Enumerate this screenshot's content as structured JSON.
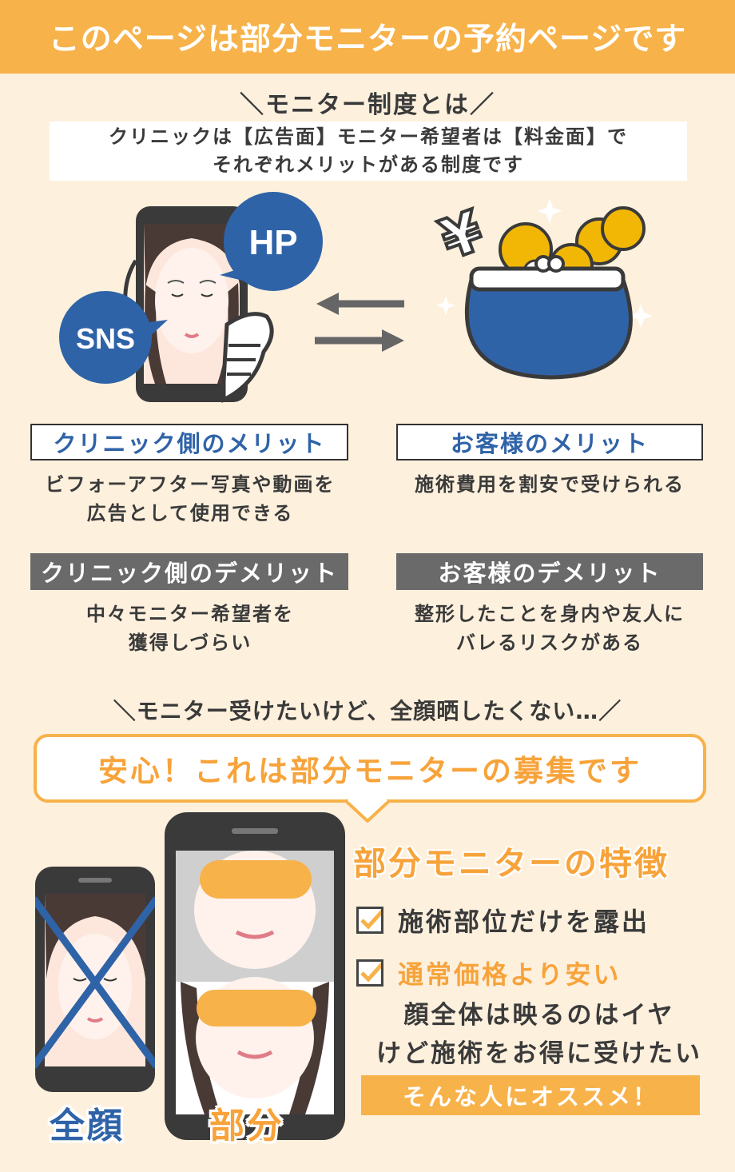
{
  "banner": {
    "title": "このページは部分モニターの予約ページです"
  },
  "monitor_system": {
    "heading": "＼モニター制度とは／",
    "line1": "クリニックは【広告面】モニター希望者は【料金面】で",
    "line2": "それぞれメリットがある制度です"
  },
  "illustration": {
    "hp_label": "HP",
    "sns_label": "SNS",
    "coin_symbol": "¥",
    "colors": {
      "blue": "#2f63a8",
      "gold": "#f2b705",
      "orange": "#f7b24a"
    }
  },
  "merits": {
    "clinic_merit": {
      "title": "クリニック側のメリット",
      "line1": "ビフォーアフター写真や動画を",
      "line2": "広告として使用できる"
    },
    "customer_merit": {
      "title": "お客様のメリット",
      "line1": "施術費用を割安で受けられる"
    },
    "clinic_demerit": {
      "title": "クリニック側のデメリット",
      "line1": "中々モニター希望者を",
      "line2": "獲得しづらい"
    },
    "customer_demerit": {
      "title": "お客様のデメリット",
      "line1": "整形したことを身内や友人に",
      "line2": "バレるリスクがある"
    }
  },
  "partial": {
    "lead": "＼モニター受けたいけど、全顔晒したくない…／",
    "bubble": "安心！これは部分モニターの募集です",
    "feature_title": "部分モニターの特徴",
    "check1": "施術部位だけを露出",
    "check2": "通常価格より安い",
    "desc1": "顔全体は映るのはイヤ",
    "desc2": "けど施術をお得に受けたい",
    "cta": "そんな人にオススメ！",
    "label_full": "全顔",
    "label_partial": "部分"
  }
}
